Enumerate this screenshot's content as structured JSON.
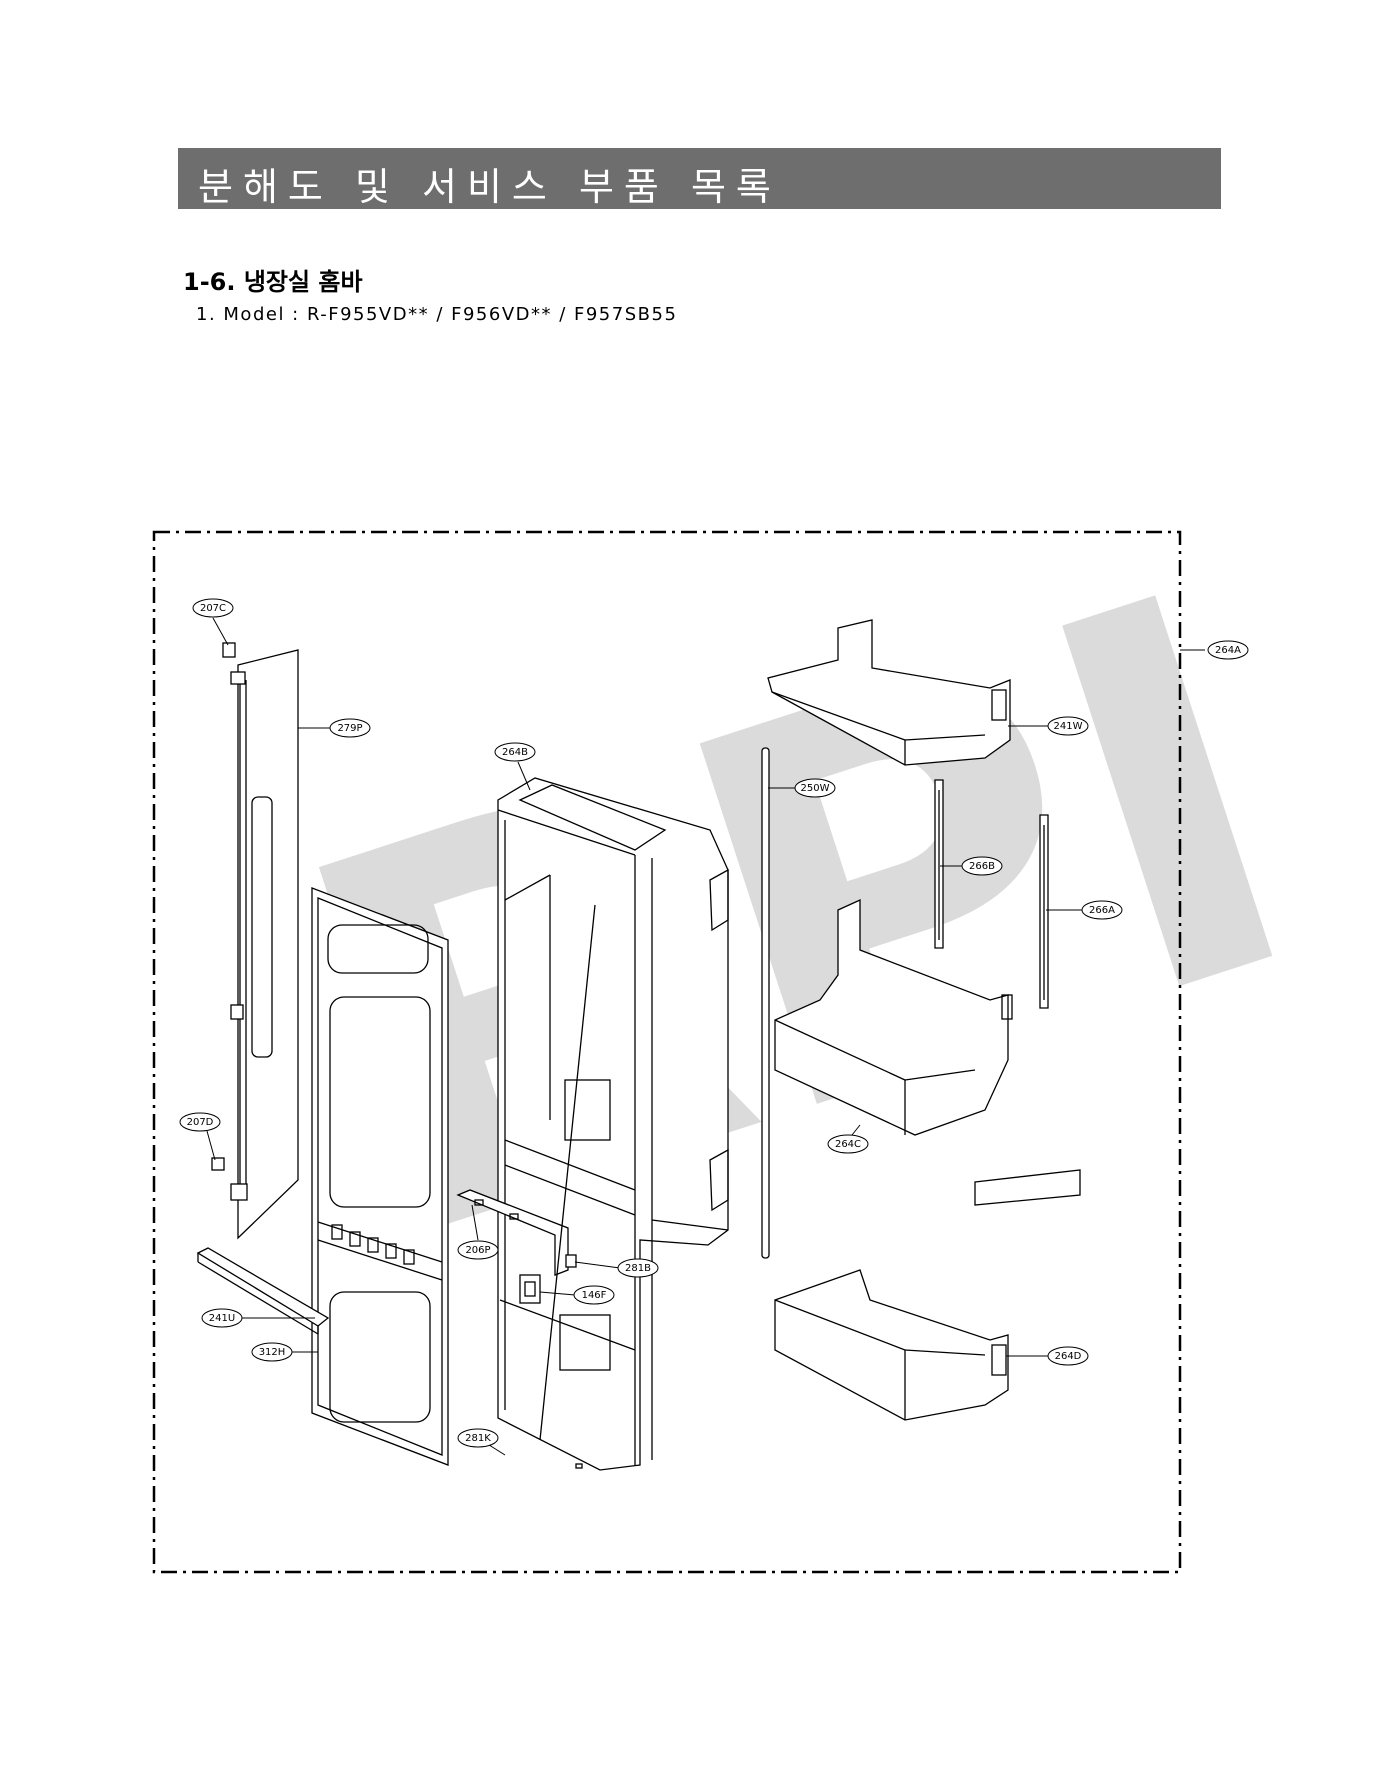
{
  "header": {
    "title": "분해도 및 서비스 부품 목록"
  },
  "section": {
    "title": "1-6. 냉장실 홈바"
  },
  "model": {
    "line": "1. Model : R-F955VD** / F956VD** / F957SB55"
  },
  "watermark": {
    "text": "RPI"
  },
  "callouts": {
    "c207C": "207C",
    "c279P": "279P",
    "c264B": "264B",
    "c264A": "264A",
    "c241W": "241W",
    "c250W": "250W",
    "c266B": "266B",
    "c266A": "266A",
    "c207D": "207D",
    "c264C": "264C",
    "c206P": "206P",
    "c281B": "281B",
    "c146F": "146F",
    "c241U": "241U",
    "c312H": "312H",
    "c264D": "264D",
    "c281K": "281K"
  }
}
